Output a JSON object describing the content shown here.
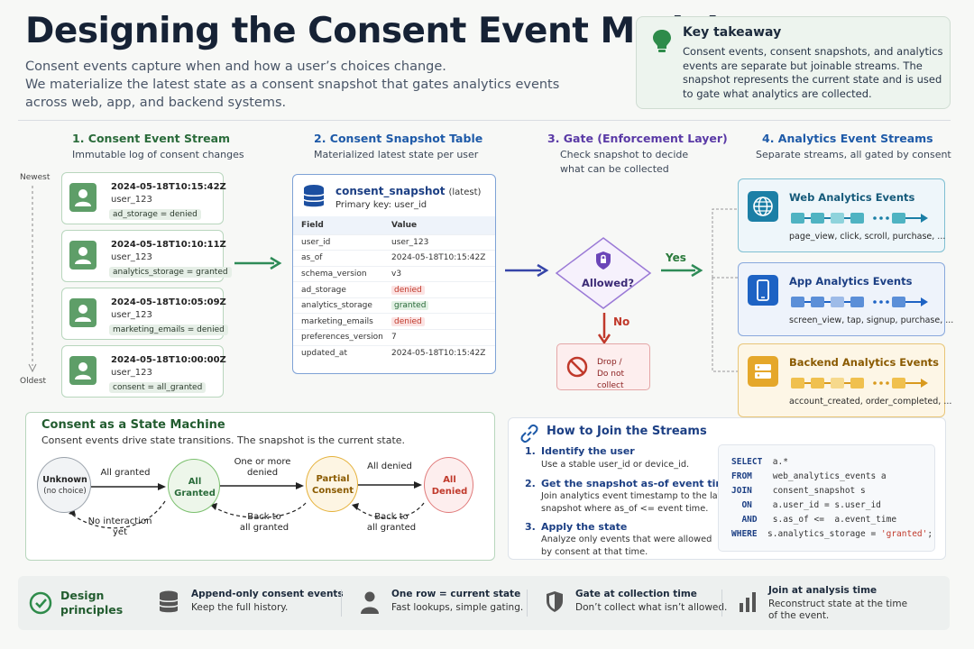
{
  "header": {
    "title": "Designing the Consent Event Model",
    "subtitle_lines": [
      "Consent events capture when and how a user’s choices change.",
      "We materialize the latest state as a consent snapshot that gates analytics events",
      "across web, app, and backend systems."
    ]
  },
  "takeaway": {
    "title": "Key takeaway",
    "text": "Consent events, consent snapshots, and analytics events are separate but joinable streams. The snapshot represents the current state and is used to gate what analytics are collected."
  },
  "columns": {
    "stream": {
      "title": "1. Consent Event Stream",
      "subtitle": "Immutable log of consent changes"
    },
    "snapshot": {
      "title": "2. Consent Snapshot Table",
      "subtitle": "Materialized latest state per user"
    },
    "gate": {
      "title": "3. Gate (Enforcement Layer)",
      "subtitle_lines": [
        "Check snapshot to decide",
        "what can be collected"
      ]
    },
    "analytics": {
      "title": "4. Analytics Event Streams",
      "subtitle": "Separate streams, all gated by consent"
    }
  },
  "timeline": {
    "newest": "Newest",
    "oldest": "Oldest"
  },
  "events": [
    {
      "timestamp": "2024-05-18T10:15:42Z",
      "user": "user_123",
      "tag": "ad_storage = denied"
    },
    {
      "timestamp": "2024-05-18T10:10:11Z",
      "user": "user_123",
      "tag": "analytics_storage = granted"
    },
    {
      "timestamp": "2024-05-18T10:05:09Z",
      "user": "user_123",
      "tag": "marketing_emails = denied"
    },
    {
      "timestamp": "2024-05-18T10:00:00Z",
      "user": "user_123",
      "tag": "consent = all_granted"
    }
  ],
  "snapshot": {
    "name": "consent_snapshot",
    "latest": "(latest)",
    "primary_key": "Primary key: user_id",
    "headers": [
      "Field",
      "Value"
    ],
    "rows": [
      {
        "field": "user_id",
        "value": "user_123",
        "style": ""
      },
      {
        "field": "as_of",
        "value": "2024-05-18T10:15:42Z",
        "style": ""
      },
      {
        "field": "schema_version",
        "value": "v3",
        "style": ""
      },
      {
        "field": "ad_storage",
        "value": "denied",
        "style": "red"
      },
      {
        "field": "analytics_storage",
        "value": "granted",
        "style": "green"
      },
      {
        "field": "marketing_emails",
        "value": "denied",
        "style": "red"
      },
      {
        "field": "preferences_version",
        "value": "7",
        "style": ""
      },
      {
        "field": "updated_at",
        "value": "2024-05-18T10:15:42Z",
        "style": ""
      }
    ]
  },
  "gate": {
    "question": "Allowed?",
    "yes": "Yes",
    "no": "No",
    "drop_lines": [
      "Drop /",
      "Do not collect"
    ]
  },
  "streams": [
    {
      "name": "Web Analytics Events",
      "events": "page_view, click, scroll, purchase, ...",
      "icon": "globe-icon"
    },
    {
      "name": "App Analytics Events",
      "events": "screen_view, tap, signup, purchase, ...",
      "icon": "phone-icon"
    },
    {
      "name": "Backend Analytics Events",
      "events": "account_created, order_completed, ...",
      "icon": "server-icon"
    }
  ],
  "state_machine": {
    "title": "Consent as a State Machine",
    "subtitle": "Consent events drive state transitions. The snapshot is the current state.",
    "states": {
      "unknown": [
        "Unknown",
        "(no choice)"
      ],
      "all_granted": [
        "All",
        "Granted"
      ],
      "partial": [
        "Partial",
        "Consent"
      ],
      "all_denied": [
        "All",
        "Denied"
      ]
    },
    "transitions": {
      "all_granted": "All granted",
      "one_or_more_denied": [
        "One or more",
        "denied"
      ],
      "all_denied": "All denied",
      "no_interaction": [
        "No interaction",
        "yet"
      ],
      "back1": [
        "Back to",
        "all granted"
      ],
      "back2": [
        "Back to",
        "all granted"
      ]
    }
  },
  "join": {
    "title": "How to Join the Streams",
    "steps": [
      {
        "num": "1.",
        "title": "Identify the user",
        "desc": [
          "Use a stable user_id or device_id."
        ]
      },
      {
        "num": "2.",
        "title": "Get the snapshot as-of event time",
        "desc": [
          "Join analytics event timestamp to the latest",
          "snapshot where as_of <= event time."
        ]
      },
      {
        "num": "3.",
        "title": "Apply the state",
        "desc": [
          "Analyze only events that were allowed",
          "by consent at that time."
        ]
      }
    ]
  },
  "sql": {
    "lines": [
      {
        "kw": "SELECT",
        "rest": "  a.*"
      },
      {
        "kw": "FROM",
        "rest": "    web_analytics_events a"
      },
      {
        "kw": "JOIN",
        "rest": "    consent_snapshot s"
      },
      {
        "kw": "  ON",
        "rest": "    a.user_id = s.user_id"
      },
      {
        "kw": "  AND",
        "rest": "   s.as_of <=  a.event_time"
      },
      {
        "kw": "WHERE",
        "rest": "  s.analytics_storage = ",
        "str": "'granted'",
        "end": ";"
      }
    ]
  },
  "principles": {
    "heading": [
      "Design",
      "principles"
    ],
    "items": [
      {
        "title": "Append-only consent events",
        "desc": [
          "Keep the full history."
        ],
        "icon": "database-icon"
      },
      {
        "title": "One row = current state",
        "desc": [
          "Fast lookups, simple gating."
        ],
        "icon": "user-icon"
      },
      {
        "title": "Gate at collection time",
        "desc": [
          "Don’t collect what isn’t allowed."
        ],
        "icon": "shield-icon"
      },
      {
        "title": "Join at analysis time",
        "desc": [
          "Reconstruct state at the time",
          "of the event."
        ],
        "icon": "bar-chart-icon"
      }
    ]
  },
  "colors": {
    "green": "#2a6b3a",
    "blue": "#1e5aa8",
    "purple": "#5a3aa6",
    "red": "#c0392b",
    "orange": "#d99a1e"
  }
}
